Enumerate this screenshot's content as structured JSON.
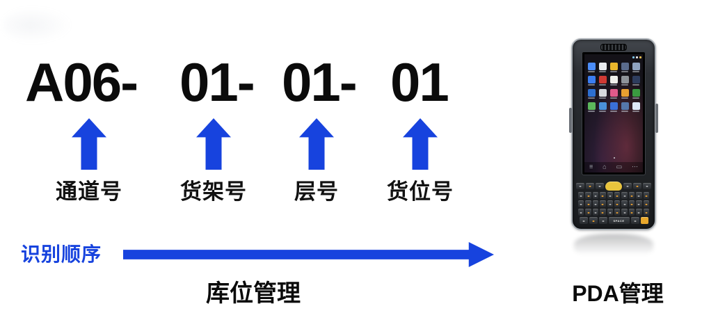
{
  "colors": {
    "accent": "#1743de",
    "code_text": "#0b0b0b",
    "scan_button": "#e9c43d",
    "yellow_key": "#e8a72c"
  },
  "code": {
    "segments": [
      {
        "text": "A06-",
        "label": "通道号"
      },
      {
        "text": "01-",
        "label": "货架号"
      },
      {
        "text": "01-",
        "label": "层号"
      },
      {
        "text": "01",
        "label": "货位号"
      }
    ]
  },
  "sequence_label": "识别顺序",
  "captions": {
    "left": "库位管理",
    "right": "PDA管理"
  },
  "pda": {
    "space_key_label": "SPACE",
    "nav_glyphs": [
      "≡",
      "⌂",
      "▭",
      "⋯"
    ],
    "status_dot_colors": [
      "#7ec8f2",
      "#e8e8e8",
      "#f2c14e"
    ],
    "app_icon_colors": [
      "#4b8df8",
      "#e8eaee",
      "#e9b62c",
      "#5a6b8c",
      "#8fa3c0",
      "#3b7df0",
      "#d03a34",
      "#eef0ea",
      "#8e9399",
      "#2e3d5e",
      "#2d6fd0",
      "#d7dade",
      "#e05a8a",
      "#e8a030",
      "#3a9a40",
      "#5cb85c",
      "#4a90d9",
      "#3a6fd8",
      "#5577aa",
      "#dfe8f8"
    ],
    "key_rows": [
      [
        "fn",
        "fn",
        "fn",
        "scan",
        "fn",
        "fn",
        "fn"
      ],
      [
        "k",
        "k",
        "k",
        "k",
        "k",
        "k",
        "k",
        "k",
        "k",
        "k"
      ],
      [
        "k",
        "k",
        "k",
        "k",
        "k",
        "k",
        "k",
        "k",
        "k",
        "k"
      ],
      [
        "k",
        "k",
        "k",
        "k",
        "k",
        "k",
        "k",
        "k",
        "k",
        "k"
      ],
      [
        "sm",
        "sm",
        "sm",
        "space",
        "sm",
        "yellow"
      ]
    ]
  }
}
